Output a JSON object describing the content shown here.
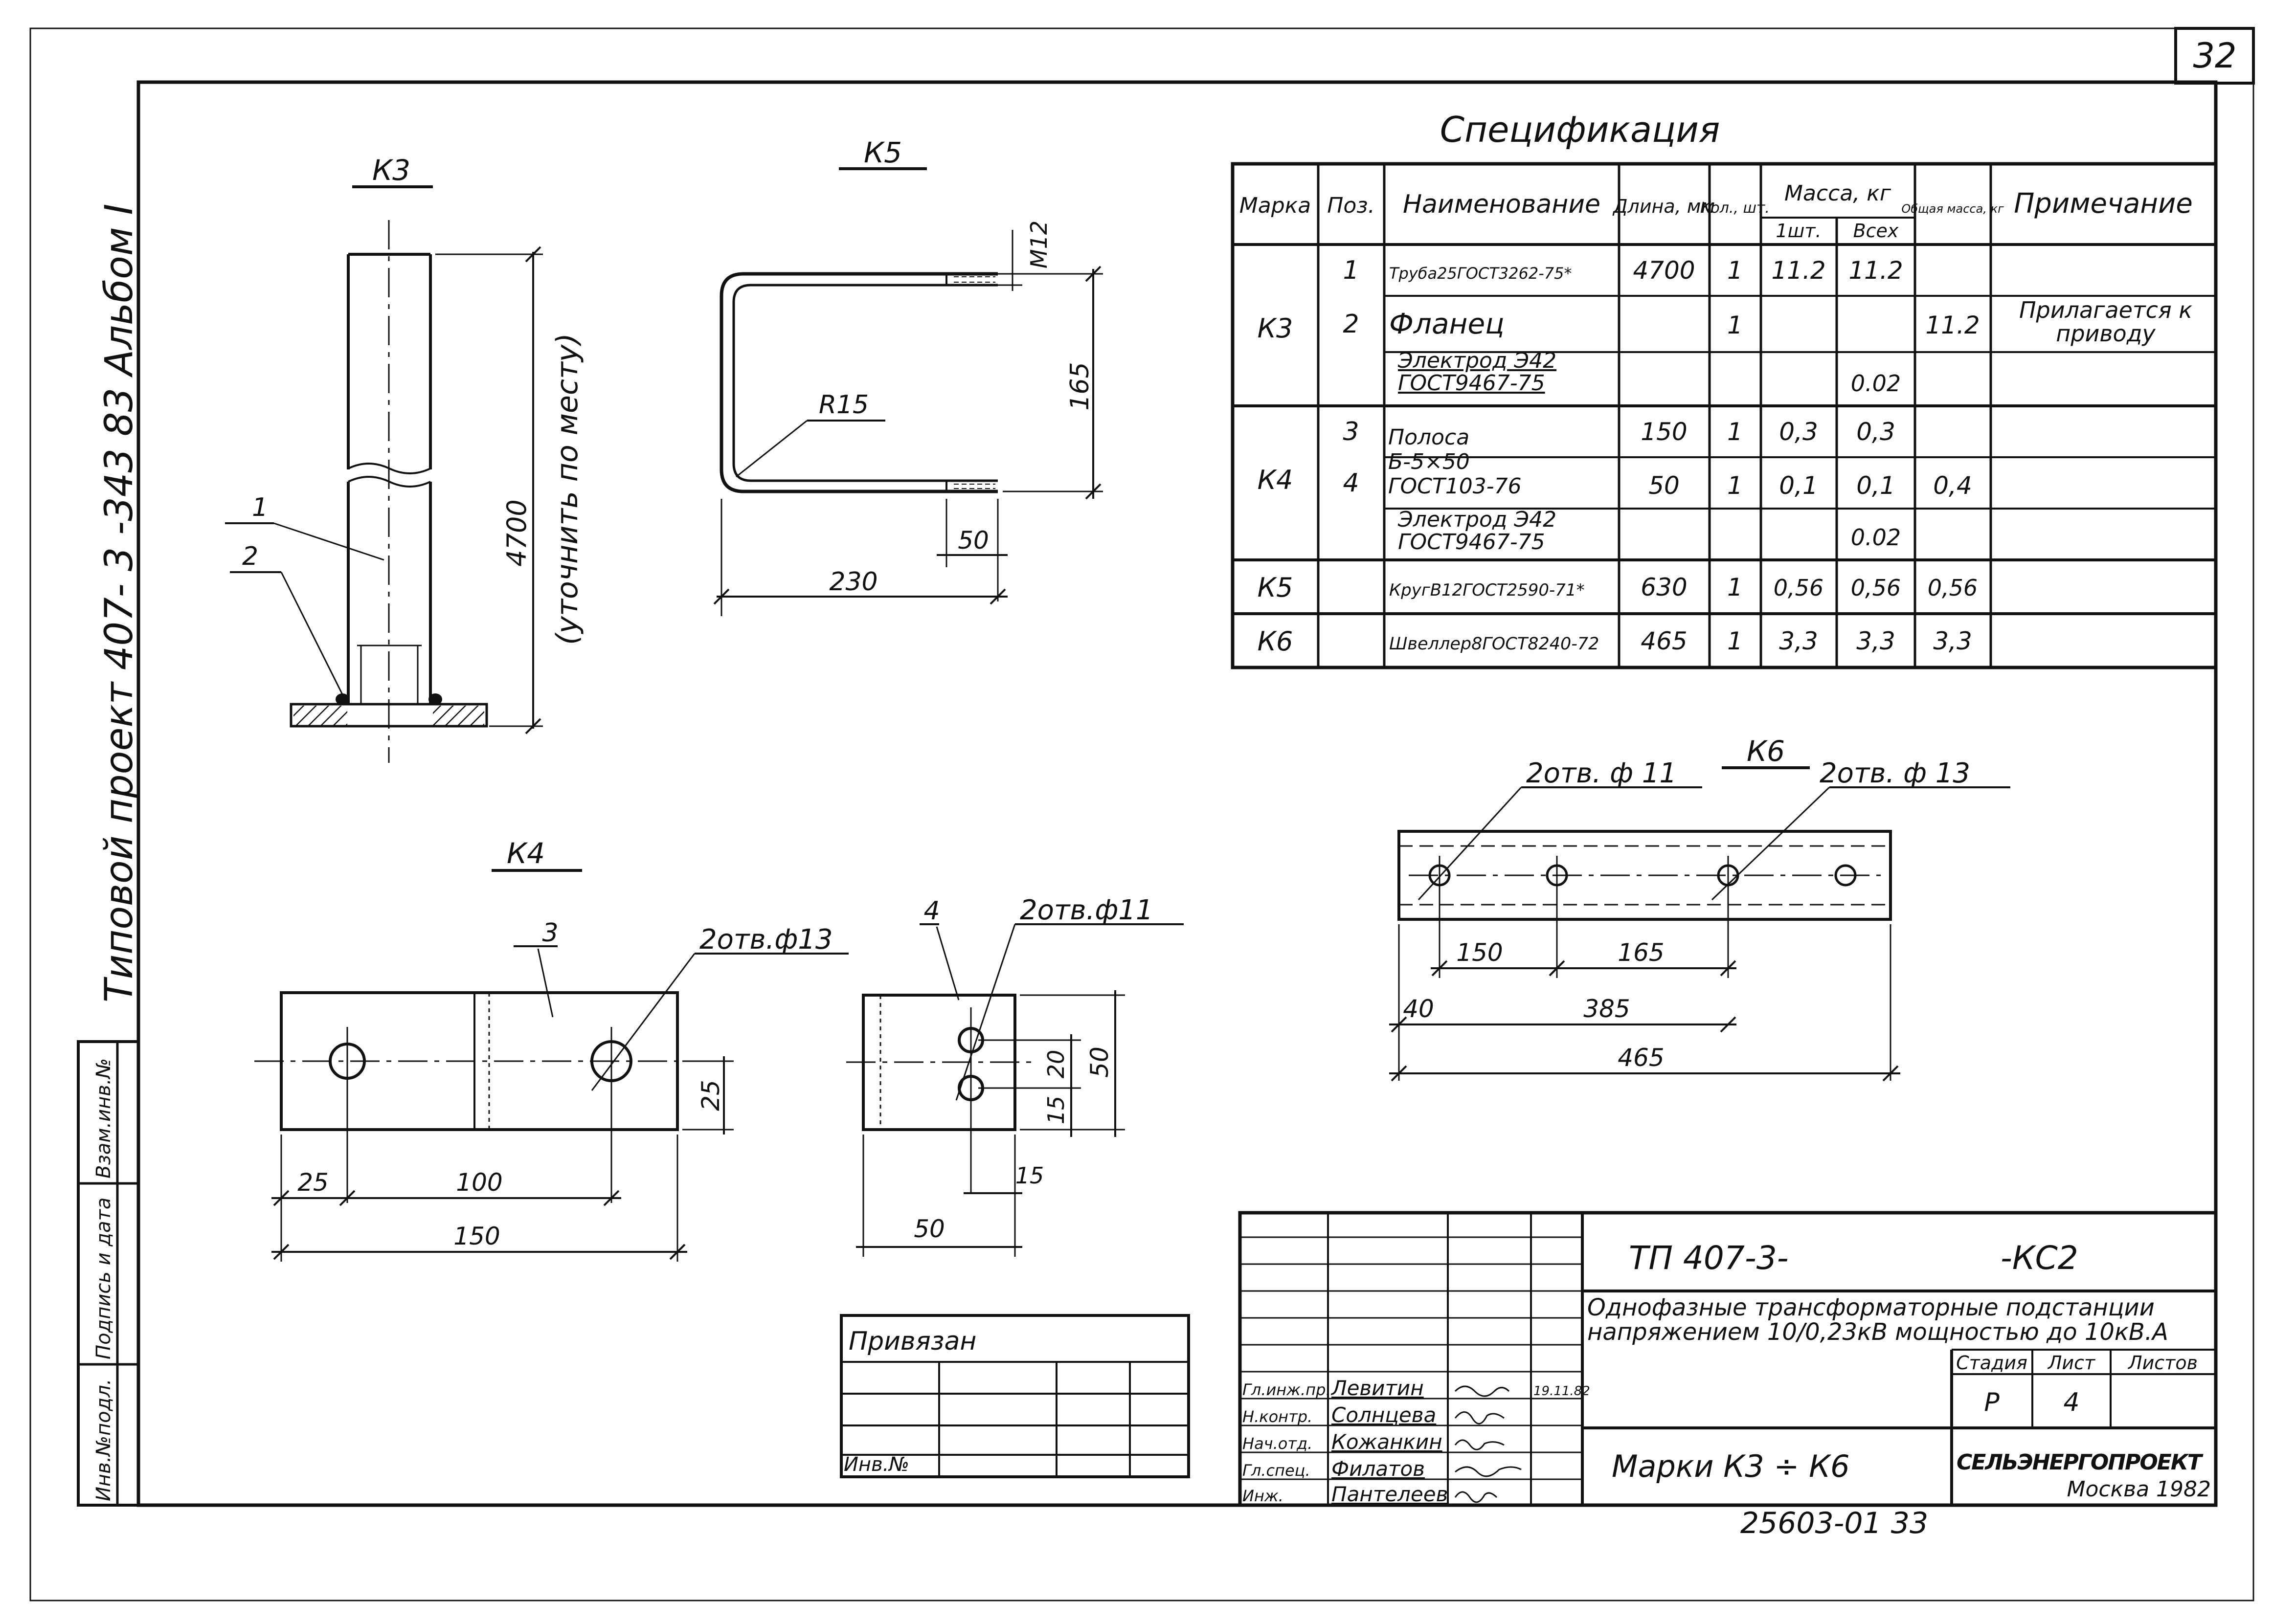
{
  "sheet_number": "32",
  "left_margin": {
    "series_title": "Типовой   проект  407- 3 -343 83  Альбом I",
    "stamp_labels": [
      "Инв.№подл.",
      "Подпись и дата",
      "Взам.инв.№"
    ]
  },
  "views": {
    "k3": {
      "title": "К3",
      "pos1": "1",
      "pos2": "2",
      "length": "4700",
      "note": "(уточнить по месту)"
    },
    "k5": {
      "title": "К5",
      "thread": "М12",
      "radius": "R15",
      "height": "165",
      "end": "50",
      "width": "230"
    },
    "k4": {
      "title": "К4",
      "pos3": "3",
      "pos4": "4",
      "holes13": "2отв.ф13",
      "holes11": "2отв.ф11",
      "d25a": "25",
      "d100": "100",
      "d150": "150",
      "d25b": "25",
      "d20": "20",
      "d15v": "15",
      "d50v": "50",
      "d15h": "15",
      "d50h": "50"
    },
    "k6": {
      "title": "К6",
      "holes11": "2отв. ф 11",
      "holes13": "2отв. ф 13",
      "d150": "150",
      "d165": "165",
      "d40": "40",
      "d385": "385",
      "d465": "465"
    }
  },
  "spec": {
    "title": "Спецификация",
    "headers": {
      "mark": "Марка",
      "pos": "Поз.",
      "name": "Наименование",
      "length": "Длина, мм",
      "qty": "Кол., шт.",
      "mass": "Масса, кг",
      "mass_one": "1шт.",
      "mass_all": "Всех",
      "total": "Общая масса, кг",
      "note": "Примечание"
    },
    "rows": [
      {
        "mark": "К3",
        "pos": "1",
        "name": "Труба25ГОСТ3262-75*",
        "length": "4700",
        "qty": "1",
        "m1": "11.2",
        "mall": "11.2",
        "total": "",
        "note": ""
      },
      {
        "mark": "",
        "pos": "2",
        "name": "Фланец",
        "length": "",
        "qty": "1",
        "m1": "",
        "mall": "",
        "total": "11.2",
        "note": "Прилагается к приводу"
      },
      {
        "mark": "",
        "pos": "",
        "name": "Электрод Э42 ГОСТ9467-75",
        "length": "",
        "qty": "",
        "m1": "",
        "mall": "0.02",
        "total": "",
        "note": ""
      },
      {
        "mark": "К4",
        "pos": "3",
        "name": "Полоса Б-5×50 ГОСТ103-76",
        "length": "150",
        "qty": "1",
        "m1": "0,3",
        "mall": "0,3",
        "total": "",
        "note": ""
      },
      {
        "mark": "",
        "pos": "4",
        "name": "",
        "length": "50",
        "qty": "1",
        "m1": "0,1",
        "mall": "0,1",
        "total": "0,4",
        "note": ""
      },
      {
        "mark": "",
        "pos": "",
        "name": "Электрод Э42 ГОСТ9467-75",
        "length": "",
        "qty": "",
        "m1": "",
        "mall": "0.02",
        "total": "",
        "note": ""
      },
      {
        "mark": "К5",
        "pos": "",
        "name": "КругВ12ГОСТ2590-71*",
        "length": "630",
        "qty": "1",
        "m1": "0,56",
        "mall": "0,56",
        "total": "0,56",
        "note": ""
      },
      {
        "mark": "К6",
        "pos": "",
        "name": "Швеллер8ГОСТ8240-72",
        "length": "465",
        "qty": "1",
        "m1": "3,3",
        "mall": "3,3",
        "total": "3,3",
        "note": ""
      }
    ]
  },
  "privyazan": {
    "title": "Привязан",
    "inv": "Инв.№"
  },
  "title_block": {
    "code": "ТП 407-3-",
    "code_suffix": "-КС2",
    "description1": "Однофазные трансформаторные подстанции",
    "description2": "напряжением 10/0,23кВ мощностью до 10кВ.А",
    "stage_label": "Стадия",
    "sheet_label": "Лист",
    "sheets_label": "Листов",
    "stage": "Р",
    "sheet": "4",
    "drawing_name": "Марки  К3 ÷ К6",
    "org1": "СЕЛЬЭНЕРГОПРОЕКТ",
    "org2": "Москва 1982",
    "signatures": [
      {
        "role": "Гл.инж.пр.",
        "name": "Левитин",
        "date": "19.11.82"
      },
      {
        "role": "Н.контр.",
        "name": "Солнцева",
        "date": ""
      },
      {
        "role": "Нач.отд.",
        "name": "Кожанкин",
        "date": ""
      },
      {
        "role": "Гл.спец.",
        "name": "Филатов",
        "date": ""
      },
      {
        "role": "Инж.",
        "name": "Пантелеев",
        "date": ""
      }
    ]
  },
  "footer_number": "25603-01  33"
}
